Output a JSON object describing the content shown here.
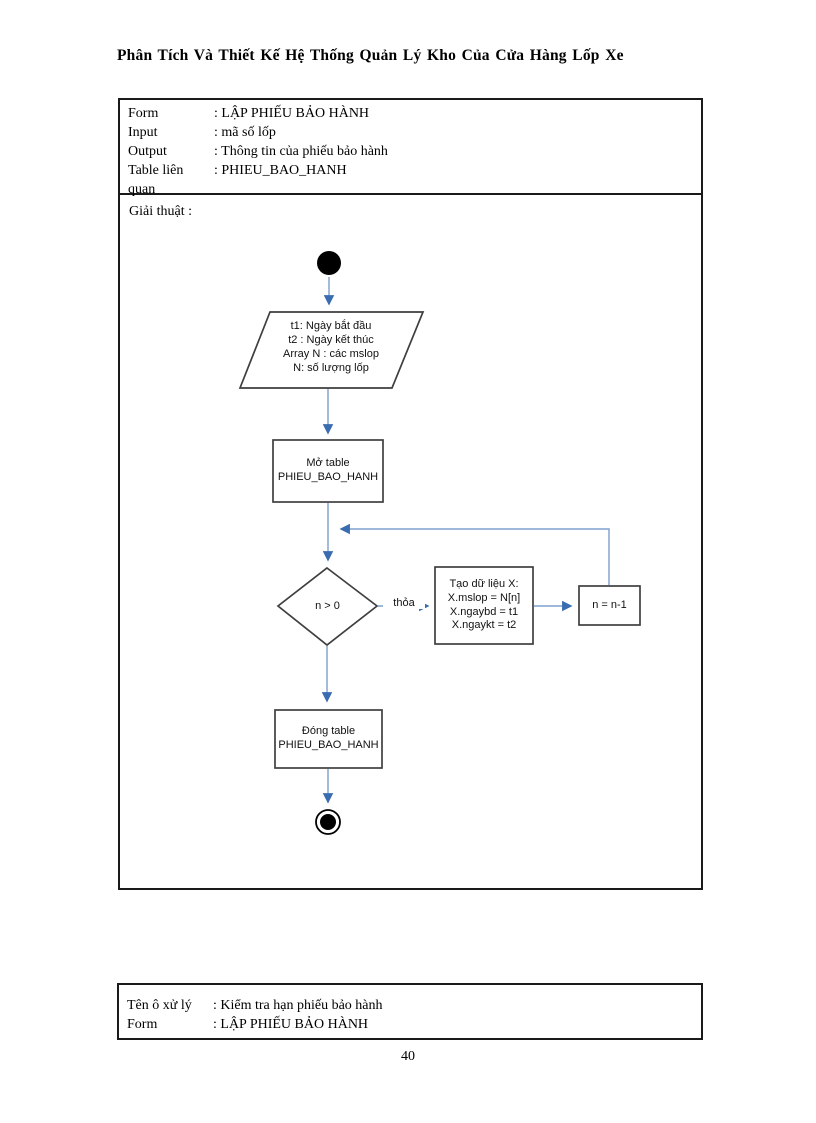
{
  "page": {
    "header_title": "Phân Tích Và Thiết Kế Hệ Thống Quản Lý Kho Của Cửa Hàng Lốp Xe",
    "page_number": "40"
  },
  "form_info": {
    "rows": [
      {
        "label": "Form",
        "value": ": LẬP PHIẾU BẢO HÀNH"
      },
      {
        "label": "Input",
        "value": ": mã số lốp"
      },
      {
        "label": "Output",
        "value": ": Thông tin của phiếu bảo hành"
      },
      {
        "label": "Table liên quan",
        "value": ": PHIEU_BAO_HANH"
      }
    ],
    "algorithm_label": "Giải thuật :"
  },
  "flowchart": {
    "input_data": {
      "lines": [
        "t1: Ngày bắt đầu",
        "t2 : Ngày kết thúc",
        "Array N : các mslop",
        "N: số lượng lốp"
      ]
    },
    "open_table": {
      "lines": [
        "Mở table",
        "PHIEU_BAO_HANH"
      ]
    },
    "decision": {
      "label": "n > 0"
    },
    "branch_label": "thỏa",
    "create_data": {
      "lines": [
        "Tạo dữ liệu X:",
        "X.mslop = N[n]",
        "X.ngaybd = t1",
        "X.ngaykt = t2"
      ]
    },
    "decrement": {
      "label": "n = n-1"
    },
    "close_table": {
      "lines": [
        "Đóng table",
        "PHIEU_BAO_HANH"
      ]
    }
  },
  "footer_info": {
    "rows": [
      {
        "label": "Tên ô xử lý",
        "value": ":  Kiểm tra hạn phiếu  bảo hành"
      },
      {
        "label": "Form",
        "value": ": LẬP PHIẾU BẢO HÀNH"
      }
    ]
  },
  "colors": {
    "flow_line": "#7da0cc",
    "arrowhead": "#3a6cb0",
    "shape_border": "#3f3f3f"
  }
}
